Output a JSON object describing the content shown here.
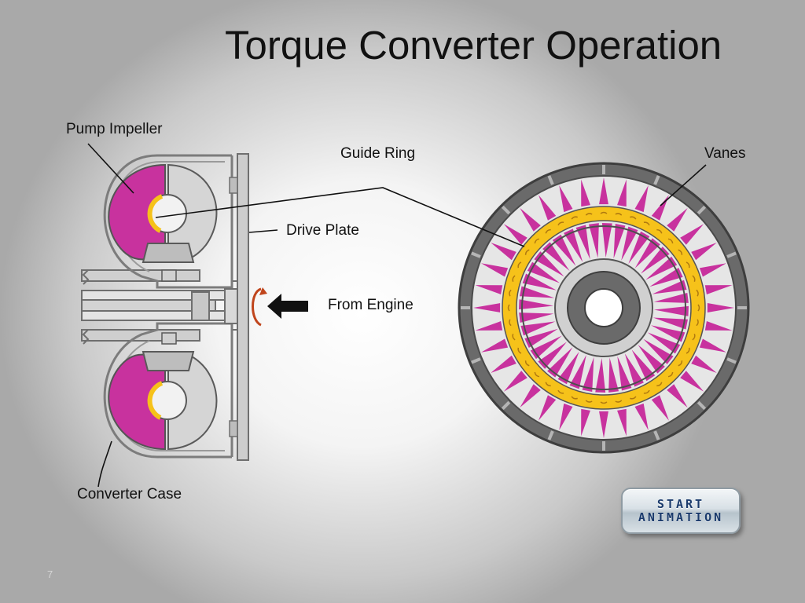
{
  "slide": {
    "title": "Torque Converter Operation",
    "number": "7"
  },
  "labels": {
    "pump_impeller": "Pump Impeller",
    "guide_ring": "Guide Ring",
    "vanes": "Vanes",
    "drive_plate": "Drive Plate",
    "from_engine": "From Engine",
    "converter_case": "Converter Case"
  },
  "button": {
    "line1": "START",
    "line2": "ANIMATION"
  },
  "colors": {
    "impeller_magenta": "#c8329e",
    "guide_ring_yellow": "#f6c21a",
    "housing_gray": "#c9c9c9",
    "outline_gray": "#7c7c7c",
    "dark_gray": "#636363",
    "rotation_arrow": "#c0451c",
    "button_text": "#1a3a6c"
  },
  "icons": {
    "rotation": "circular-arrow-icon",
    "engine_input": "left-arrow-icon"
  }
}
